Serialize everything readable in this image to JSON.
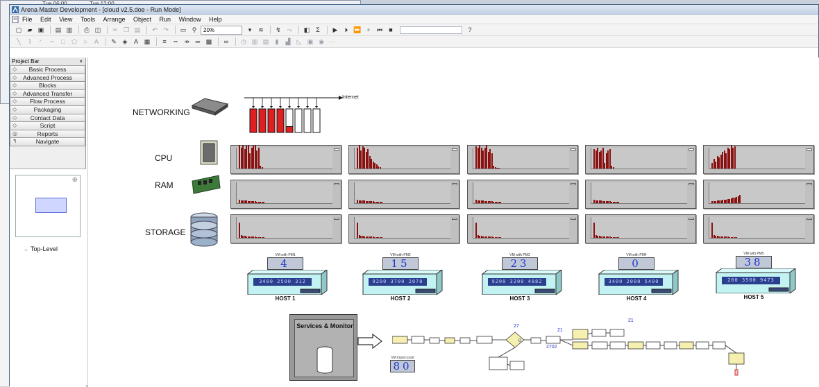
{
  "background": {
    "left_column_text": "t",
    "top_labels": [
      "Tue 06:00",
      "Tue 12:00"
    ]
  },
  "window": {
    "title": "Arena Master Development - [cloud v2.5.doe - Run Mode]"
  },
  "menu": [
    "File",
    "Edit",
    "View",
    "Tools",
    "Arrange",
    "Object",
    "Run",
    "Window",
    "Help"
  ],
  "toolbar": {
    "zoom": "20%"
  },
  "project_bar": {
    "title": "Project Bar",
    "close": "×",
    "panels": [
      {
        "label": "Basic Process",
        "icon": "diamond-icon"
      },
      {
        "label": "Advanced Process",
        "icon": "diamond-icon"
      },
      {
        "label": "Blocks",
        "icon": "diamond-icon"
      },
      {
        "label": "Advanced Transfer",
        "icon": "diamond-icon"
      },
      {
        "label": "Flow Process",
        "icon": "diamond-icon"
      },
      {
        "label": "Packaging",
        "icon": "diamond-icon"
      },
      {
        "label": "Contact Data",
        "icon": "diamond-icon"
      },
      {
        "label": "Script",
        "icon": "diamond-icon"
      },
      {
        "label": "Reports",
        "icon": "reports-icon"
      },
      {
        "label": "Navigate",
        "icon": "navigate-icon"
      }
    ],
    "top_level": "Top-Level"
  },
  "model": {
    "networking_label": "NETWORKING",
    "internet_label": "Internet",
    "network_bars_filled": [
      1,
      1,
      1,
      1,
      0.25,
      0,
      0,
      0
    ],
    "cpu_label": "CPU",
    "ram_label": "RAM",
    "storage_label": "STORAGE",
    "hosts": [
      {
        "name": "HOST 1",
        "vm_label": "VM with PM1",
        "vm_count": "4",
        "numbers": "3400 2500 312"
      },
      {
        "name": "HOST 2",
        "vm_label": "VM with PM2",
        "vm_count": "15",
        "numbers": "9200 3700 2078"
      },
      {
        "name": "HOST 3",
        "vm_label": "VM with PM3",
        "vm_count": "23",
        "numbers": "9200 3200 4882"
      },
      {
        "name": "HOST 4",
        "vm_label": "VM with PM4",
        "vm_count": "0",
        "numbers": "3400 2000 5400"
      },
      {
        "name": "HOST 5",
        "vm_label": "VM with PM5",
        "vm_count": "38",
        "numbers": "200 3500 9473"
      }
    ],
    "services_label": "Services & Monitor",
    "vm_input_label": "VM input count",
    "vm_input_count": "80",
    "flow_numbers": [
      "27",
      "0",
      "21",
      "2702",
      "21"
    ]
  }
}
